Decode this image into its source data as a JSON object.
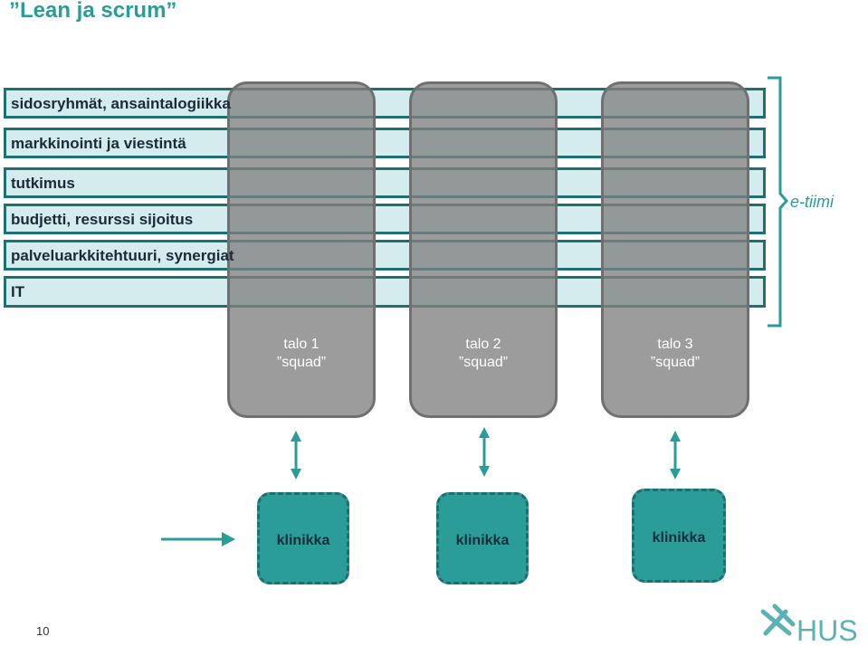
{
  "title": "”Lean ja scrum”",
  "bands": [
    {
      "label": "sidosryhmät, ansaintalogiikka"
    },
    {
      "label": "markkinointi ja viestintä"
    },
    {
      "label": "tutkimus"
    },
    {
      "label": "budjetti, resurssi sijoitus"
    },
    {
      "label": "palveluarkkitehtuuri, synergiat"
    },
    {
      "label": "IT"
    }
  ],
  "squads": [
    {
      "line1": "talo 1",
      "line2": "”squad”"
    },
    {
      "line1": "talo 2",
      "line2": "”squad”"
    },
    {
      "line1": "talo 3",
      "line2": "”squad”"
    }
  ],
  "team_label": "e-tiimi",
  "clinics": [
    {
      "label": "klinikka"
    },
    {
      "label": "klinikka"
    },
    {
      "label": "klinikka"
    }
  ],
  "footer": {
    "page_number": "10",
    "logo_text": "HUS"
  },
  "colors": {
    "accent": "#2a9d99",
    "band_fill": "#d4ecee",
    "band_border": "#1e7072",
    "squad_fill": "#808080"
  }
}
